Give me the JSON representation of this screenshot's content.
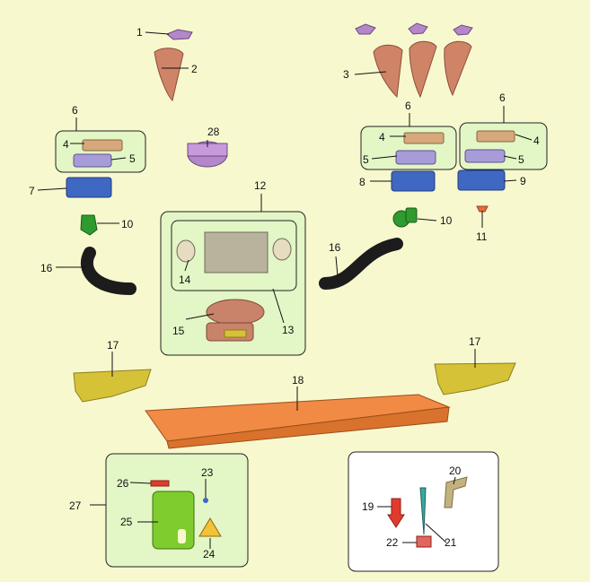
{
  "colors": {
    "background": "#f8f8cf",
    "group_fill": "#e3f6c6",
    "cone": "#cf8468",
    "cap": "#b387c8",
    "tan_pad": "#d7a87c",
    "lilac_block": "#a89cd8",
    "blue_clamp": "#3f68c2",
    "green_part": "#2f9a2f",
    "hose": "#1c1c1c",
    "gray_box": "#b9b39e",
    "copper_ring": "#c9836a",
    "yellow_bracket": "#d6c237",
    "tray": "#f18a45",
    "green_cylinder": "#7fcc2e",
    "red_small": "#e13b2e",
    "tan_tube": "#c4b27e",
    "teal_needle": "#3aa7a0"
  },
  "icons": [
    "cap-part",
    "cone-part",
    "pad-part",
    "block-part",
    "clamp-part",
    "nozzle-part",
    "hose-part",
    "housing-part",
    "ring-part",
    "bracket-part",
    "tray-part",
    "cylinder-part",
    "warning-label",
    "arrow-part",
    "needle-part"
  ],
  "callouts": {
    "n1": "1",
    "n2": "2",
    "n3": "3",
    "n4a": "4",
    "n4b": "4",
    "n4c": "4",
    "n5a": "5",
    "n5b": "5",
    "n5c": "5",
    "n6a": "6",
    "n6b": "6",
    "n6c": "6",
    "n7": "7",
    "n8": "8",
    "n9": "9",
    "n10a": "10",
    "n10b": "10",
    "n11": "11",
    "n12": "12",
    "n13": "13",
    "n14": "14",
    "n15": "15",
    "n16a": "16",
    "n16b": "16",
    "n17a": "17",
    "n17b": "17",
    "n18": "18",
    "n19": "19",
    "n20": "20",
    "n21": "21",
    "n22": "22",
    "n23": "23",
    "n24": "24",
    "n25": "25",
    "n26": "26",
    "n27": "27",
    "n28": "28"
  }
}
